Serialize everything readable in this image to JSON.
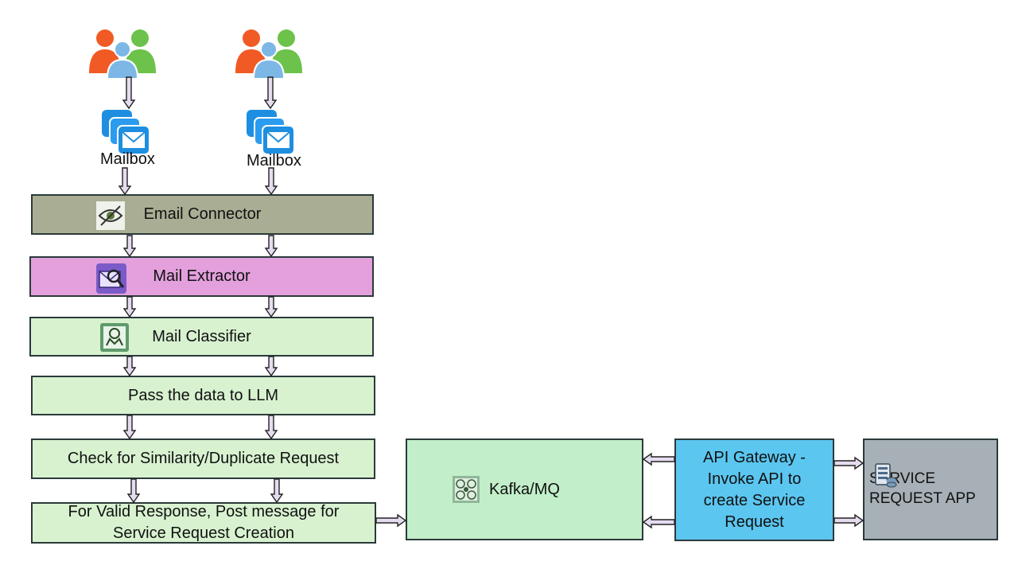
{
  "mailbox_left": "Mailbox",
  "mailbox_right": "Mailbox",
  "pipeline": {
    "email_connector": "Email Connector",
    "mail_extractor": "Mail Extractor",
    "mail_classifier": "Mail Classifier",
    "pass_llm": "Pass the data to LLM",
    "check_similarity": "Check for Similarity/Duplicate Request",
    "post_message": "For Valid Response, Post message for Service Request Creation"
  },
  "kafka": "Kafka/MQ",
  "api_gateway": "API Gateway - Invoke API to create Service Request",
  "service_app": "SERVICE REQUEST APP",
  "colors": {
    "email_connector": "#a9ad93",
    "mail_extractor": "#e3a0dd",
    "light_green": "#d8f2d0",
    "kafka": "#c2efc9",
    "api_gateway": "#5bc6f0",
    "service_app": "#a6b0b6",
    "arrow_fill": "#e6dcf0"
  },
  "icons": [
    "users-icon",
    "mailbox-icon",
    "connector-icon",
    "extractor-icon",
    "classifier-icon",
    "kafka-icon",
    "server-icon"
  ]
}
